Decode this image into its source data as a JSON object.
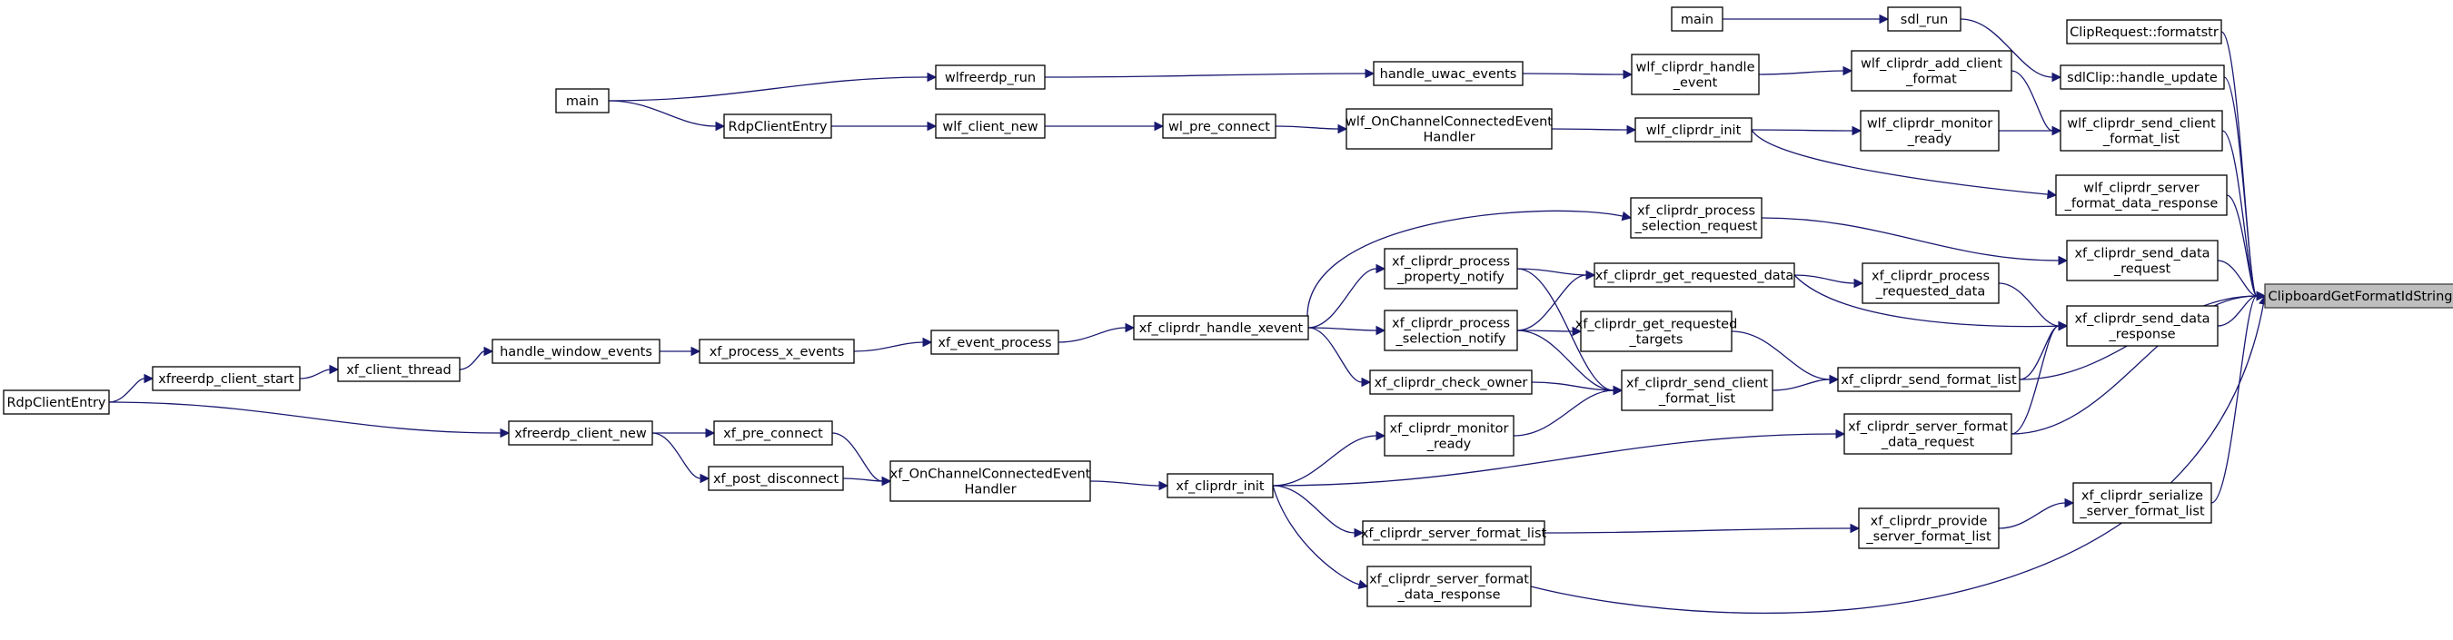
{
  "title": "ClipboardGetFormatIdString",
  "colors": {
    "edge": "#191970",
    "node_border": "#000000",
    "root_fill": "#bfbfbf",
    "node_fill": "#ffffff"
  },
  "nodes": [
    {
      "id": "root",
      "lines": [
        "ClipboardGetFormatIdString"
      ]
    },
    {
      "id": "clipreq_formatstr",
      "lines": [
        "ClipRequest::formatstr"
      ]
    },
    {
      "id": "sdlclip_handle_update",
      "lines": [
        "sdlClip::handle_update"
      ]
    },
    {
      "id": "wlf_send_client_format_list",
      "lines": [
        "wlf_cliprdr_send_client",
        "_format_list"
      ]
    },
    {
      "id": "wlf_server_format_data_response",
      "lines": [
        "wlf_cliprdr_server",
        "_format_data_response"
      ]
    },
    {
      "id": "xf_send_data_request",
      "lines": [
        "xf_cliprdr_send_data",
        "_request"
      ]
    },
    {
      "id": "xf_send_data_response",
      "lines": [
        "xf_cliprdr_send_data",
        "_response"
      ]
    },
    {
      "id": "xf_send_format_list",
      "lines": [
        "xf_cliprdr_send_format_list"
      ]
    },
    {
      "id": "xf_server_format_data_request",
      "lines": [
        "xf_cliprdr_server_format",
        "_data_request"
      ]
    },
    {
      "id": "xf_serialize_server_format_list",
      "lines": [
        "xf_cliprdr_serialize",
        "_server_format_list"
      ]
    },
    {
      "id": "sdl_run",
      "lines": [
        "sdl_run"
      ]
    },
    {
      "id": "main_top",
      "lines": [
        "main"
      ]
    },
    {
      "id": "wlf_add_client_format",
      "lines": [
        "wlf_cliprdr_add_client",
        "_format"
      ]
    },
    {
      "id": "wlf_monitor_ready",
      "lines": [
        "wlf_cliprdr_monitor",
        "_ready"
      ]
    },
    {
      "id": "wlf_handle_event",
      "lines": [
        "wlf_cliprdr_handle",
        "_event"
      ]
    },
    {
      "id": "wlf_cliprdr_init",
      "lines": [
        "wlf_cliprdr_init"
      ]
    },
    {
      "id": "handle_uwac_events",
      "lines": [
        "handle_uwac_events"
      ]
    },
    {
      "id": "wlf_onchannel",
      "lines": [
        "wlf_OnChannelConnectedEvent",
        "Handler"
      ]
    },
    {
      "id": "wlfreerdp_run",
      "lines": [
        "wlfreerdp_run"
      ]
    },
    {
      "id": "wl_pre_connect",
      "lines": [
        "wl_pre_connect"
      ]
    },
    {
      "id": "wlf_client_new",
      "lines": [
        "wlf_client_new"
      ]
    },
    {
      "id": "rdpclient_wl",
      "lines": [
        "RdpClientEntry"
      ]
    },
    {
      "id": "main_wl",
      "lines": [
        "main"
      ]
    },
    {
      "id": "xf_process_requested_data",
      "lines": [
        "xf_cliprdr_process",
        "_requested_data"
      ]
    },
    {
      "id": "xf_get_requested_targets",
      "lines": [
        "xf_cliprdr_get_requested",
        "_targets"
      ]
    },
    {
      "id": "xf_get_requested_data",
      "lines": [
        "xf_cliprdr_get_requested_data"
      ]
    },
    {
      "id": "xf_process_selection_request",
      "lines": [
        "xf_cliprdr_process",
        "_selection_request"
      ]
    },
    {
      "id": "xf_send_client_format_list",
      "lines": [
        "xf_cliprdr_send_client",
        "_format_list"
      ]
    },
    {
      "id": "xf_provide_server_format_list",
      "lines": [
        "xf_cliprdr_provide",
        "_server_format_list"
      ]
    },
    {
      "id": "xf_process_property_notify",
      "lines": [
        "xf_cliprdr_process",
        "_property_notify"
      ]
    },
    {
      "id": "xf_process_selection_notify",
      "lines": [
        "xf_cliprdr_process",
        "_selection_notify"
      ]
    },
    {
      "id": "xf_check_owner",
      "lines": [
        "xf_cliprdr_check_owner"
      ]
    },
    {
      "id": "xf_monitor_ready",
      "lines": [
        "xf_cliprdr_monitor",
        "_ready"
      ]
    },
    {
      "id": "xf_server_format_list",
      "lines": [
        "xf_cliprdr_server_format_list"
      ]
    },
    {
      "id": "xf_server_format_data_response",
      "lines": [
        "xf_cliprdr_server_format",
        "_data_response"
      ]
    },
    {
      "id": "xf_handle_xevent",
      "lines": [
        "xf_cliprdr_handle_xevent"
      ]
    },
    {
      "id": "xf_cliprdr_init",
      "lines": [
        "xf_cliprdr_init"
      ]
    },
    {
      "id": "xf_event_process",
      "lines": [
        "xf_event_process"
      ]
    },
    {
      "id": "xf_onchannel",
      "lines": [
        "xf_OnChannelConnectedEvent",
        "Handler"
      ]
    },
    {
      "id": "xf_process_x_events",
      "lines": [
        "xf_process_x_events"
      ]
    },
    {
      "id": "xf_pre_connect",
      "lines": [
        "xf_pre_connect"
      ]
    },
    {
      "id": "xf_post_disconnect",
      "lines": [
        "xf_post_disconnect"
      ]
    },
    {
      "id": "handle_window_events",
      "lines": [
        "handle_window_events"
      ]
    },
    {
      "id": "xfreerdp_client_new",
      "lines": [
        "xfreerdp_client_new"
      ]
    },
    {
      "id": "xf_client_thread",
      "lines": [
        "xf_client_thread"
      ]
    },
    {
      "id": "xfreerdp_client_start",
      "lines": [
        "xfreerdp_client_start"
      ]
    },
    {
      "id": "rdpclient_xf",
      "lines": [
        "RdpClientEntry"
      ]
    }
  ],
  "edges": [
    [
      "clipreq_formatstr",
      "root"
    ],
    [
      "sdlclip_handle_update",
      "root"
    ],
    [
      "wlf_send_client_format_list",
      "root"
    ],
    [
      "wlf_server_format_data_response",
      "root"
    ],
    [
      "xf_send_data_request",
      "root"
    ],
    [
      "xf_send_data_response",
      "root"
    ],
    [
      "xf_send_format_list",
      "root"
    ],
    [
      "xf_server_format_data_request",
      "root"
    ],
    [
      "xf_serialize_server_format_list",
      "root"
    ],
    [
      "xf_server_format_data_response",
      "root"
    ],
    [
      "main_top",
      "sdl_run"
    ],
    [
      "sdl_run",
      "sdlclip_handle_update"
    ],
    [
      "wlf_add_client_format",
      "wlf_send_client_format_list"
    ],
    [
      "wlf_monitor_ready",
      "wlf_send_client_format_list"
    ],
    [
      "wlf_handle_event",
      "wlf_add_client_format"
    ],
    [
      "wlf_cliprdr_init",
      "wlf_monitor_ready"
    ],
    [
      "wlf_cliprdr_init",
      "wlf_server_format_data_response"
    ],
    [
      "handle_uwac_events",
      "wlf_handle_event"
    ],
    [
      "wlf_onchannel",
      "wlf_cliprdr_init"
    ],
    [
      "wlfreerdp_run",
      "handle_uwac_events"
    ],
    [
      "wl_pre_connect",
      "wlf_onchannel"
    ],
    [
      "wlf_client_new",
      "wl_pre_connect"
    ],
    [
      "rdpclient_wl",
      "wlf_client_new"
    ],
    [
      "main_wl",
      "wlfreerdp_run"
    ],
    [
      "main_wl",
      "rdpclient_wl"
    ],
    [
      "xf_process_selection_request",
      "xf_send_data_request"
    ],
    [
      "xf_process_requested_data",
      "xf_send_data_response"
    ],
    [
      "xf_get_requested_data",
      "xf_send_data_response"
    ],
    [
      "xf_get_requested_targets",
      "xf_send_format_list"
    ],
    [
      "xf_send_client_format_list",
      "xf_send_format_list"
    ],
    [
      "xf_send_format_list",
      "xf_send_data_response"
    ],
    [
      "xf_server_format_data_request",
      "xf_send_data_response"
    ],
    [
      "xf_provide_server_format_list",
      "xf_serialize_server_format_list"
    ],
    [
      "xf_get_requested_data",
      "xf_process_requested_data"
    ],
    [
      "xf_process_property_notify",
      "xf_get_requested_data"
    ],
    [
      "xf_process_selection_notify",
      "xf_get_requested_data"
    ],
    [
      "xf_process_selection_notify",
      "xf_get_requested_targets"
    ],
    [
      "xf_process_property_notify",
      "xf_send_client_format_list"
    ],
    [
      "xf_process_selection_notify",
      "xf_send_client_format_list"
    ],
    [
      "xf_check_owner",
      "xf_send_client_format_list"
    ],
    [
      "xf_monitor_ready",
      "xf_send_client_format_list"
    ],
    [
      "xf_server_format_list",
      "xf_provide_server_format_list"
    ],
    [
      "xf_handle_xevent",
      "xf_process_selection_request"
    ],
    [
      "xf_handle_xevent",
      "xf_process_property_notify"
    ],
    [
      "xf_handle_xevent",
      "xf_process_selection_notify"
    ],
    [
      "xf_handle_xevent",
      "xf_check_owner"
    ],
    [
      "xf_cliprdr_init",
      "xf_monitor_ready"
    ],
    [
      "xf_cliprdr_init",
      "xf_server_format_data_request"
    ],
    [
      "xf_cliprdr_init",
      "xf_server_format_list"
    ],
    [
      "xf_cliprdr_init",
      "xf_server_format_data_response"
    ],
    [
      "xf_event_process",
      "xf_handle_xevent"
    ],
    [
      "xf_onchannel",
      "xf_cliprdr_init"
    ],
    [
      "xf_process_x_events",
      "xf_event_process"
    ],
    [
      "xf_pre_connect",
      "xf_onchannel"
    ],
    [
      "xf_post_disconnect",
      "xf_onchannel"
    ],
    [
      "handle_window_events",
      "xf_process_x_events"
    ],
    [
      "xfreerdp_client_new",
      "xf_pre_connect"
    ],
    [
      "xfreerdp_client_new",
      "xf_post_disconnect"
    ],
    [
      "xf_client_thread",
      "handle_window_events"
    ],
    [
      "xfreerdp_client_start",
      "xf_client_thread"
    ],
    [
      "rdpclient_xf",
      "xfreerdp_client_start"
    ],
    [
      "rdpclient_xf",
      "xfreerdp_client_new"
    ]
  ]
}
